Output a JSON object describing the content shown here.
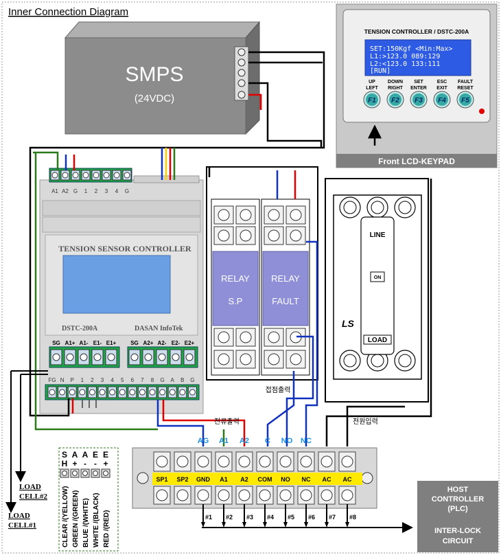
{
  "title": "Inner Connection Diagram",
  "smps": {
    "name": "SMPS",
    "voltage": "(24VDC)"
  },
  "keypad": {
    "header": "TENSION CONTROLLER  / DSTC-200A",
    "lcd_lines": [
      "SET:150Kgf  <Min:Max>",
      "L1:>123.0   089:129",
      "L2:<123.0   133:111",
      "[RUN]"
    ],
    "keys": [
      {
        "top": "UP",
        "bottom": "LEFT",
        "label": "F1"
      },
      {
        "top": "DOWN",
        "bottom": "RIGHT",
        "label": "F2"
      },
      {
        "top": "SET",
        "bottom": "ENTER",
        "label": "F3"
      },
      {
        "top": "ESC",
        "bottom": "EXIT",
        "label": "F4"
      },
      {
        "top": "FAULT",
        "bottom": "RESET",
        "label": "F5"
      }
    ],
    "caption": "Front LCD-KEYPAD"
  },
  "controller": {
    "name": "TENSION SENSOR CONTROLLER",
    "model": "DSTC-200A",
    "maker": "DASAN InfoTek",
    "top_terminals": [
      "A1",
      "A2",
      "G",
      "1",
      "2",
      "3",
      "4",
      "G"
    ],
    "mid_left_terminals": [
      "SG",
      "A1+",
      "A1-",
      "E1-",
      "E1+"
    ],
    "mid_right_terminals": [
      "SG",
      "A2+",
      "A2-",
      "E2-",
      "E2+"
    ],
    "bottom_terminals": [
      "FG",
      "N",
      "P",
      "1",
      "2",
      "3",
      "4",
      "5",
      "6",
      "7",
      "8",
      "G",
      "A",
      "B",
      "G"
    ]
  },
  "relays": [
    {
      "line1": "RELAY",
      "line2": "S.P"
    },
    {
      "line1": "RELAY",
      "line2": "FAULT"
    }
  ],
  "breaker": {
    "line": "LINE",
    "load": "LOAD",
    "on": "ON",
    "brand": "LS"
  },
  "labels": {
    "contact_output": "접점출력",
    "current_output": "전류출력",
    "power_input": "전원입력"
  },
  "blue_labels": [
    "AG",
    "A1",
    "A2",
    "C",
    "NO",
    "NC"
  ],
  "terminal_block": {
    "labels": [
      "SP1",
      "SP2",
      "GND",
      "A1",
      "A2",
      "COM",
      "NO",
      "NC",
      "AC",
      "AC"
    ],
    "numbers": [
      "#1",
      "#2",
      "#3",
      "#4",
      "#5",
      "#6",
      "#7",
      "#8"
    ]
  },
  "loadcell_legend": {
    "codes": [
      {
        "top": "S",
        "bottom": "H"
      },
      {
        "top": "A",
        "bottom": "+"
      },
      {
        "top": "A",
        "bottom": "-"
      },
      {
        "top": "E",
        "bottom": "-"
      },
      {
        "top": "E",
        "bottom": "+"
      }
    ],
    "wires": [
      "CLEAR /(YELLOW)",
      "GREEN /(GREEN)",
      "BLUE /(WHITE)",
      "WHITE /(BLACK)",
      "RED /(RED)"
    ]
  },
  "loadcells": [
    {
      "line1": "LOAD",
      "line2": "CELL#2"
    },
    {
      "line1": "LOAD",
      "line2": "CELL#1"
    }
  ],
  "host": {
    "line1": "HOST",
    "line2": "CONTROLLER",
    "line3": "(PLC)",
    "line4": "INTER-LOCK",
    "line5": "CIRCUIT"
  },
  "colors": {
    "smps_body": "#8c8c8c",
    "keypad_frame": "#c9c9c9",
    "keypad_caption_bg": "#7f7f7f",
    "lcd_bg": "#2d5be3",
    "key_color": "#35a9a4",
    "terminal_green": "#1fa54a",
    "relay_body": "#8f8fd8",
    "controller_body": "#d9d9d9",
    "controller_lcd": "#6b9fe3",
    "yellow_strip": "#ffe900",
    "label_blue": "#1b8fe0",
    "wire_red": "#e00000",
    "wire_blue": "#1030c0",
    "wire_green": "#2a7a1a",
    "host_bg": "#7f7f7f"
  }
}
